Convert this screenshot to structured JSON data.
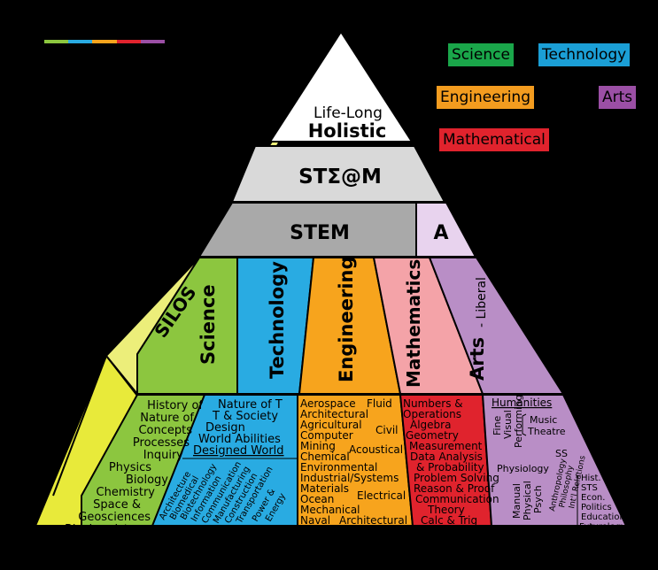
{
  "colors": {
    "science": "#8cc63f",
    "technology": "#29abe2",
    "engineering": "#f7a41d",
    "mathematics": "#f4a3a8",
    "arts": "#b98ec6",
    "silos": "#ecee7a",
    "silos_base": "#e8ea3a",
    "stem": "#a9a9a9",
    "steam": "#d9d9d9",
    "top": "#ffffff",
    "legend_science": "#1aa64a",
    "legend_technology": "#1b9fd6",
    "legend_engineering": "#f39c1f",
    "legend_arts": "#9b4fa5",
    "legend_math": "#e0232d"
  },
  "legend": {
    "science": "Science",
    "technology": "Technology",
    "engineering": "Engineering",
    "arts": "Arts",
    "mathematical": "Mathematical",
    "ampersand": "&"
  },
  "levels": {
    "top_line1": "Life-Long",
    "top_line2": "Holistic",
    "steam": "STΣ@M",
    "stem": "STEM",
    "a": "A",
    "silos": "SILOS"
  },
  "columns": {
    "science": "Science",
    "technology": "Technology",
    "engineering": "Engineering",
    "mathematics": "Mathematics",
    "arts": "Arts",
    "arts_sub": "- Liberal"
  },
  "science_list": [
    "History of",
    "Nature of",
    "Concepts",
    "Processes",
    "Inquiry",
    "Physics",
    "Biology",
    "Chemistry",
    "Space &",
    "Geosciences",
    "Biochemistry"
  ],
  "technology_top": [
    "Nature of T",
    "T & Society",
    "Design",
    "World Abilities",
    "Designed World"
  ],
  "technology_rotated": [
    "Architecture",
    "Biomedical",
    "Biotechnology",
    "Information",
    "Communication",
    "Manufacturing",
    "Construction",
    "Transportation",
    "Power &",
    "Energy"
  ],
  "engineering_left": [
    "Aerospace",
    "Architectural",
    "Agricultural",
    "Computer",
    "Mining",
    "Chemical",
    "Environmental",
    "Industrial/Systems",
    "Materials",
    "Ocean",
    "Mechanical",
    "Naval"
  ],
  "engineering_right": [
    "Fluid",
    "Civil",
    "Acoustical",
    "Electrical",
    "Architectural"
  ],
  "math_list": [
    "Numbers &",
    "Operations",
    "Algebra",
    "Geometry",
    "Measurement",
    "Data Analysis",
    "& Probability",
    "Problem Solving",
    "Reason & Proof",
    "Communication",
    "Theory",
    "Calc & Trig"
  ],
  "arts": {
    "humanities": "Humanities",
    "fine": "Fine",
    "visual": "Visual",
    "performing": "Performing",
    "music": "Music",
    "theatre": "Theatre",
    "physiology": "Physiology",
    "ss": "SS",
    "manual": "Manual",
    "physical": "Physical",
    "psych": "Psych",
    "anthropology": "Anthropology",
    "philosophy": "Philosophy",
    "intl_relations": "Int'l Relations",
    "right_list": [
      "Hist.",
      "STS",
      "Econ.",
      "Politics",
      "Education",
      "Futurology"
    ]
  }
}
